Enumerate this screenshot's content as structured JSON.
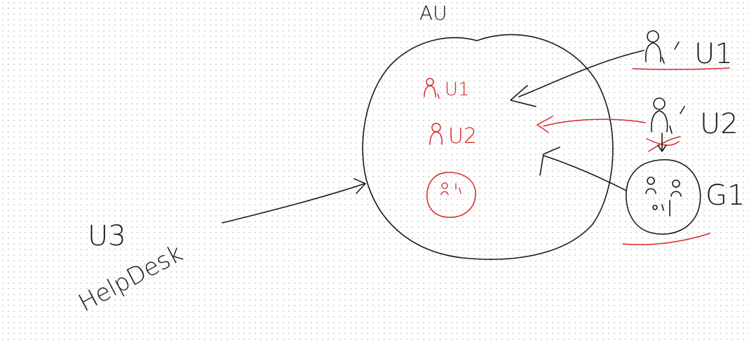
{
  "labels": {
    "administrative_unit": "AU",
    "user_1": "U1",
    "user_2": "U2",
    "group_1": "G1",
    "user_3": "U3",
    "helpdesk": "HelpDesk",
    "member_u1": "U1",
    "member_u2": "U2"
  },
  "colors": {
    "ink": "#1a1a1a",
    "highlight": "#d9262c",
    "grid_dot": "#d4d4d4"
  }
}
